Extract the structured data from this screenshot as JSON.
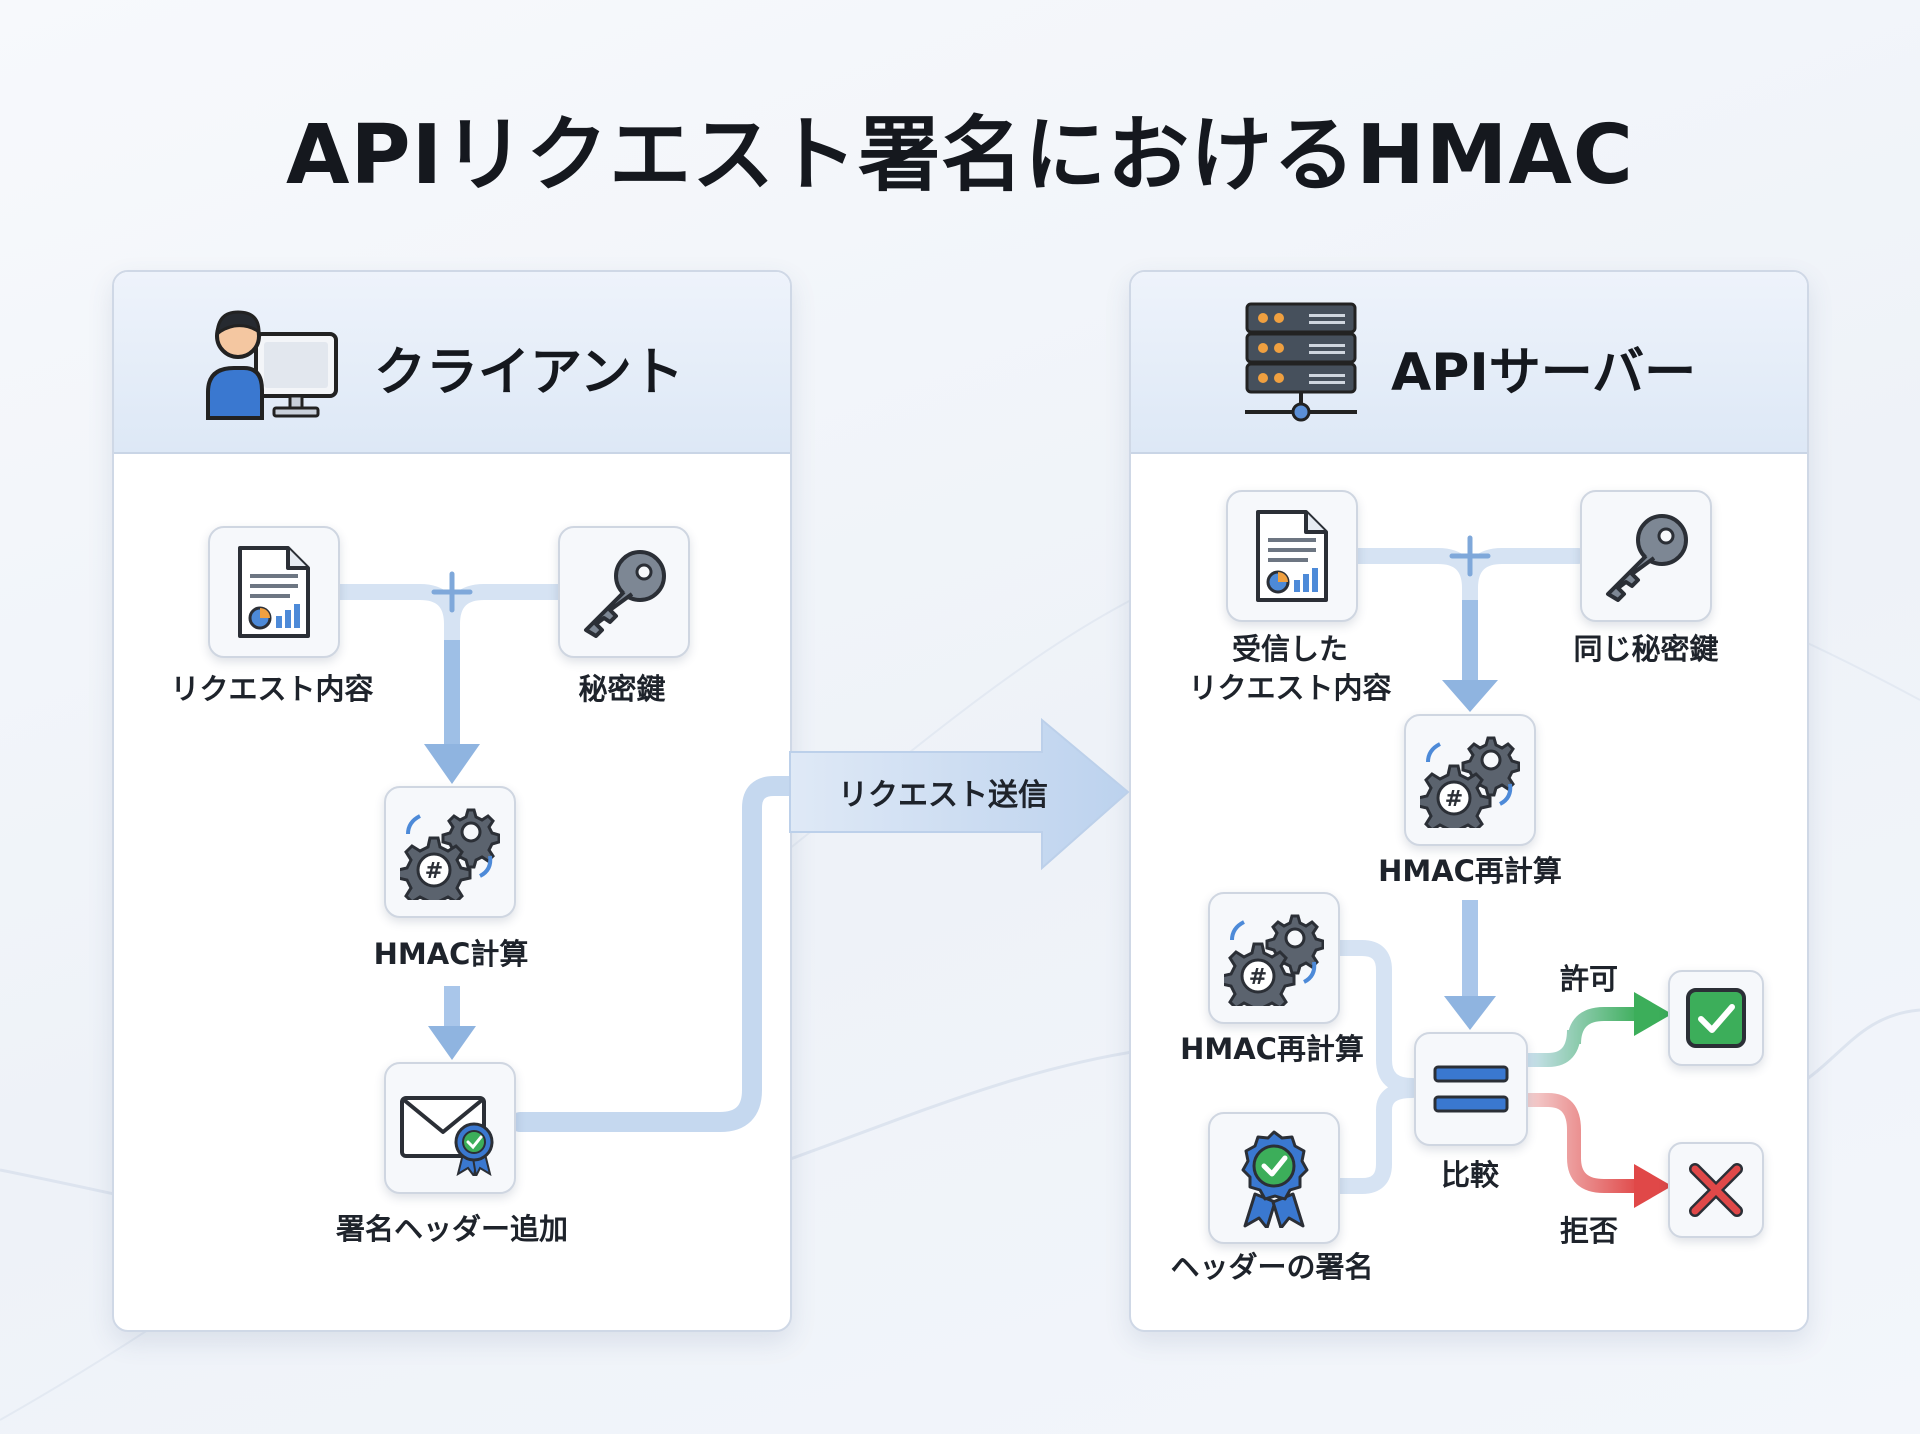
{
  "title": "APIリクエスト署名におけるHMAC",
  "client": {
    "title": "クライアント",
    "request_content": "リクエスト内容",
    "secret_key": "秘密鍵",
    "hmac_compute": "HMAC計算",
    "add_signature_header": "署名ヘッダー追加"
  },
  "transfer": {
    "label": "リクエスト送信"
  },
  "server": {
    "title": "APIサーバー",
    "received_request_line1": "受信した",
    "received_request_line2": "リクエスト内容",
    "same_secret_key": "同じ秘密鍵",
    "hmac_recompute": "HMAC再計算",
    "hmac_recompute_small": "HMAC再計算",
    "header_signature": "ヘッダーの署名",
    "compare": "比較",
    "allow": "許可",
    "reject": "拒否"
  },
  "colors": {
    "flow_blue": "#8fb4e0",
    "accept_green": "#3cae5a",
    "reject_red": "#e04848"
  }
}
